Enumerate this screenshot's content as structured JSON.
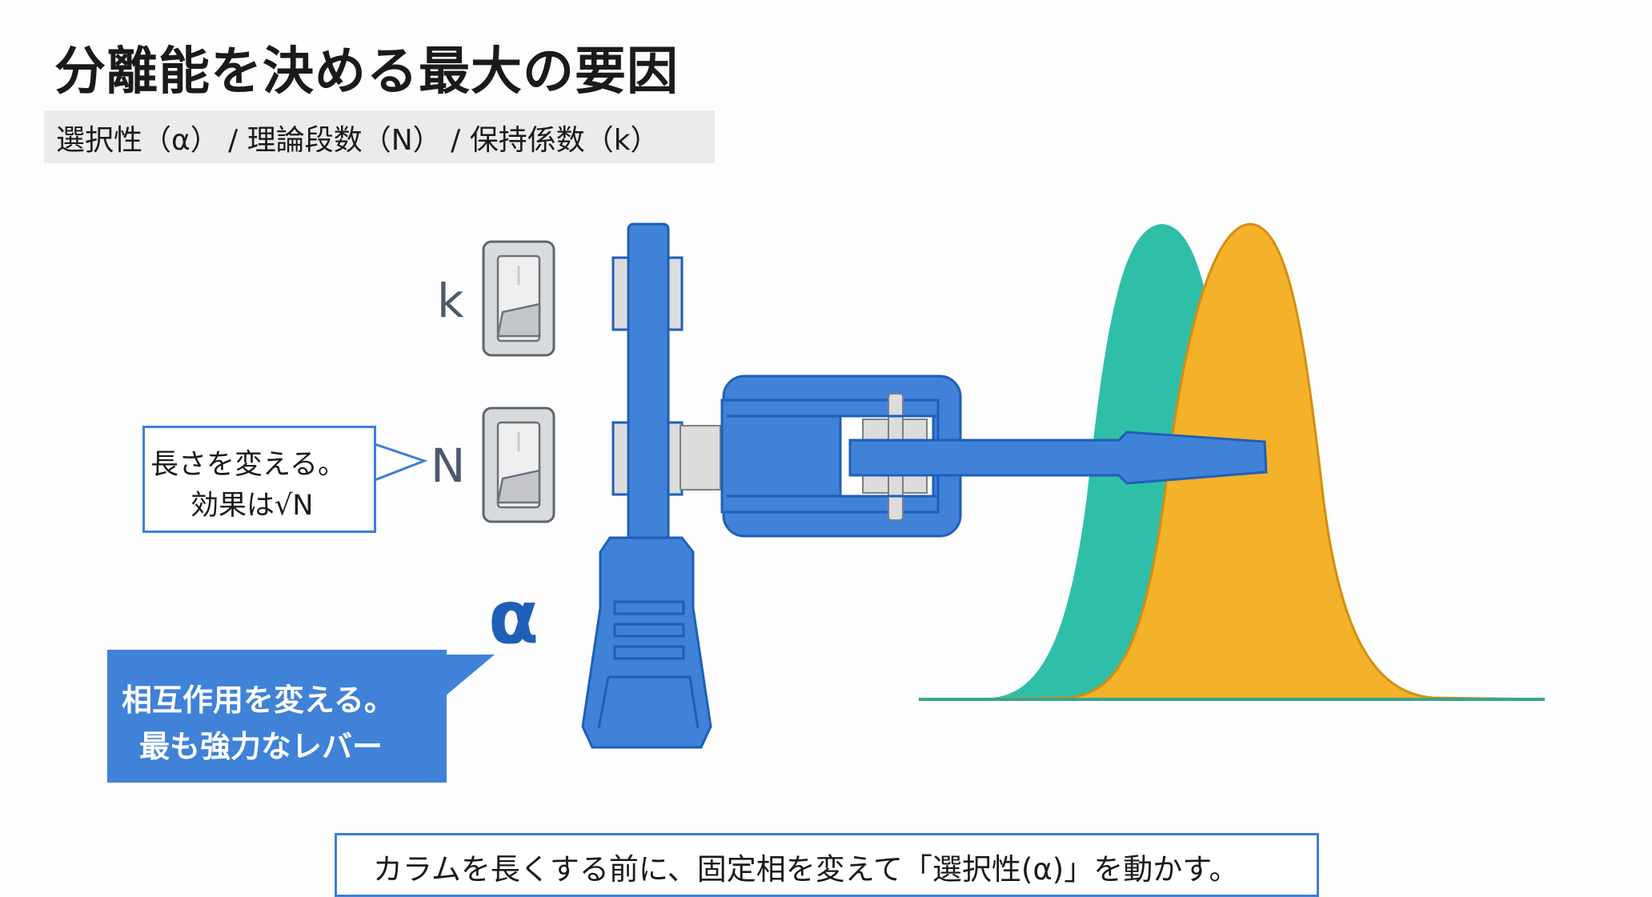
{
  "header": {
    "title": "分離能を決める最大の要因",
    "subtitle": "選択性（α） / 理論段数（N） / 保持係数（k）"
  },
  "labels": {
    "k": "k",
    "n": "N",
    "alpha": "α"
  },
  "callout_n": {
    "line1": "長さを変える。",
    "line2": "効果は√N"
  },
  "callout_alpha": {
    "line1": "相互作用を変える。",
    "line2": "最も強力なレバー"
  },
  "bottom_note": "カラムを長くする前に、固定相を変えて「選択性(α)」を動かす。",
  "colors": {
    "lever_blue": "#3f82d8",
    "lever_dark": "#1f5fb8",
    "peak_teal": "#2fbfa8",
    "peak_orange": "#f4b12a",
    "switch_gray": "#d9dadb"
  },
  "icons": [
    "rocker-switch-icon",
    "lever-icon",
    "peak-icon"
  ]
}
